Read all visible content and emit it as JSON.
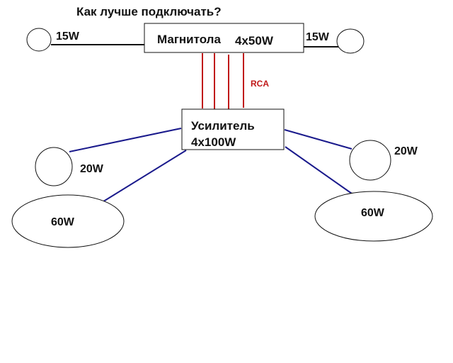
{
  "title": "Как лучше подключать?",
  "colors": {
    "black_wire": "#111111",
    "rca": "#c01818",
    "speaker_wire": "#1a1a8c",
    "outline": "#111111",
    "background": "#ffffff"
  },
  "head_unit": {
    "name": "Магнитола",
    "power": "4x50W"
  },
  "rca_label": "RCA",
  "amplifier": {
    "name": "Усилитель",
    "power": "4x100W"
  },
  "speakers": {
    "head_left": "15W",
    "head_right": "15W",
    "amp_left_small": "20W",
    "amp_right_small": "20W",
    "amp_left_large": "60W",
    "amp_right_large": "60W"
  }
}
